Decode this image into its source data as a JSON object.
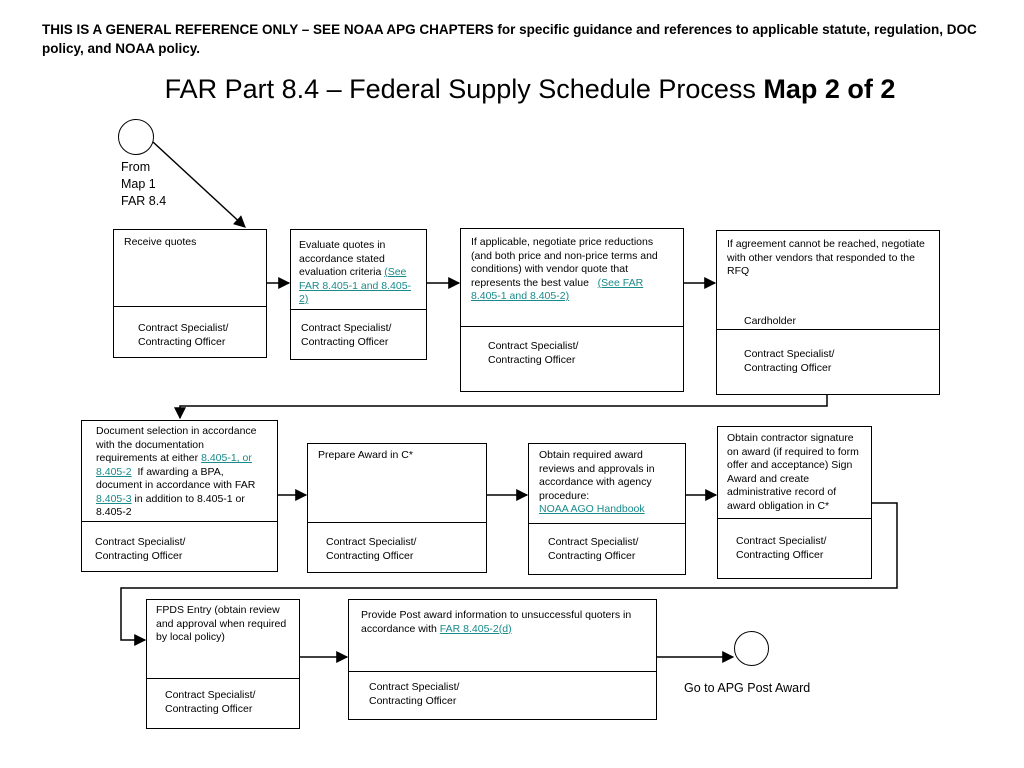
{
  "header": {
    "disclaimer": "THIS IS A GENERAL REFERENCE ONLY – SEE NOAA APG CHAPTERS for specific guidance and references to applicable statute, regulation, DOC policy, and NOAA policy.",
    "title_main": "FAR Part 8.4 – Federal Supply Schedule Process ",
    "title_bold": "Map 2 of 2"
  },
  "start": {
    "label_line1": "From",
    "label_line2": "Map 1",
    "label_line3": "FAR 8.4"
  },
  "end": {
    "label": "Go to APG Post Award"
  },
  "roles": {
    "cs_line1": "Contract Specialist/",
    "cs_line2": "Contracting Officer",
    "cardholder": "Cardholder"
  },
  "steps": {
    "receive": {
      "text": "Receive quotes"
    },
    "evaluate": {
      "text": "Evaluate quotes in accordance stated evaluation criteria",
      "link": "(See FAR 8.405-1 and 8.405-2)"
    },
    "negotiate": {
      "text": "If applicable, negotiate price reductions (and both price and non-price terms and conditions) with vendor quote that represents the best value",
      "link": "(See FAR 8.405-1 and 8.405-2)"
    },
    "agreement": {
      "text": "If agreement cannot be reached, negotiate with other vendors that responded to the RFQ"
    },
    "documentation": {
      "text1": "Document selection in accordance with the documentation requirements at either",
      "link1": "8.405-1,  or 8.405-2",
      "text2": "If awarding a BPA, document in accordance with FAR",
      "link2": "8.405-3",
      "text3": "in addition to 8.405-1 or 8.405-2"
    },
    "prepare": {
      "text": "Prepare Award in C*"
    },
    "approvals": {
      "text": "Obtain required award reviews and approvals in accordance with agency procedure:",
      "link": "NOAA AGO Handbook"
    },
    "signature": {
      "text": "Obtain contractor signature on award (if required to form offer and acceptance) Sign Award and create administrative record of award obligation in C*"
    },
    "fpds": {
      "text": "FPDS Entry (obtain review and approval when required by local policy)"
    },
    "post_award": {
      "text": "Provide Post award information to unsuccessful quoters in accordance with",
      "link": "FAR 8.405-2(d)"
    }
  }
}
